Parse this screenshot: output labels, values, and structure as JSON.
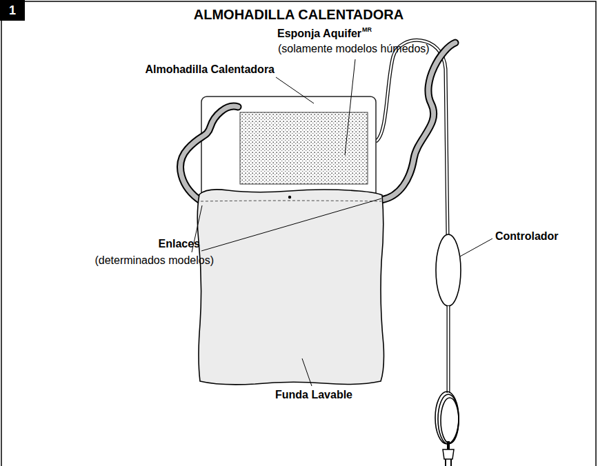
{
  "diagram": {
    "title": "ALMOHADILLA CALENTADORA",
    "nodes": [
      {
        "text": [
          "1"
        ]
      }
    ],
    "labels": [
      "Esponja Aquifer",
      "MR",
      "(solamente modelos húmedos)",
      "Almohadilla Calentadora",
      "Controlador",
      "Enlaces",
      "(determinados modelos)",
      "Funda Lavable"
    ]
  }
}
